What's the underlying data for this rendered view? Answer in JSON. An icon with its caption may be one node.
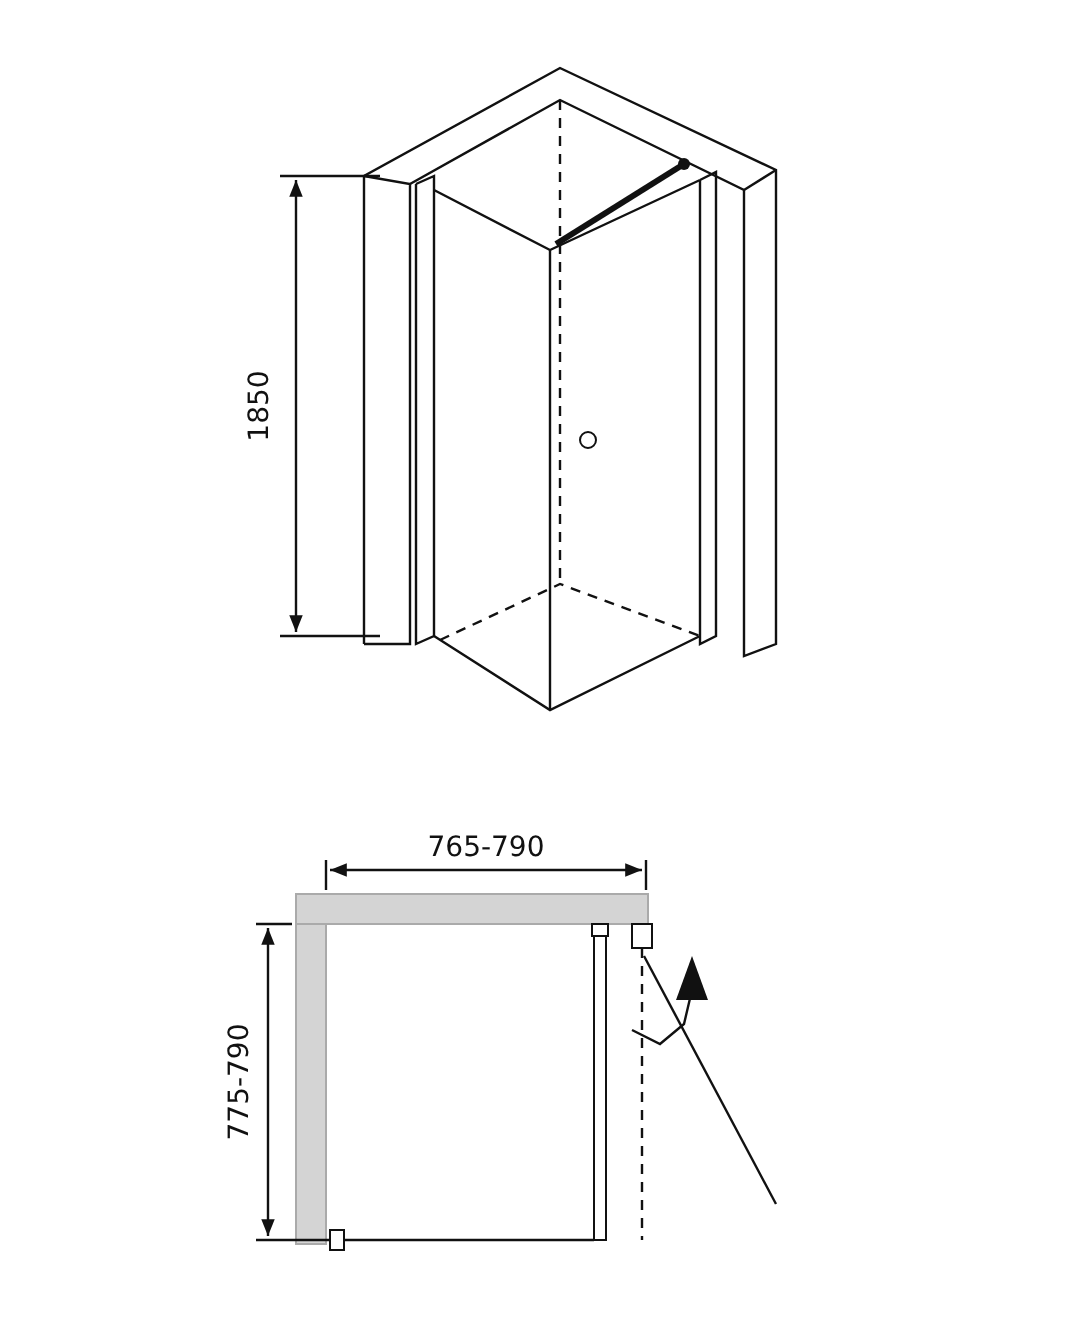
{
  "diagram": {
    "labels": [
      "1850",
      "765-790",
      "775-790"
    ]
  }
}
